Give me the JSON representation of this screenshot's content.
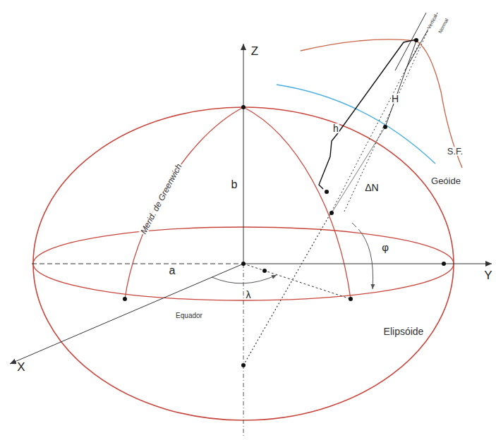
{
  "diagram": {
    "labels": [
      "Z",
      "b",
      "Merid. de Greenwich",
      "a",
      "λ",
      "Equador",
      "X",
      "Y",
      "φ",
      "Elipsóide",
      "Geóide",
      "S.F.",
      "H",
      "h",
      "ΔN",
      "Vertical",
      "Normal"
    ]
  }
}
